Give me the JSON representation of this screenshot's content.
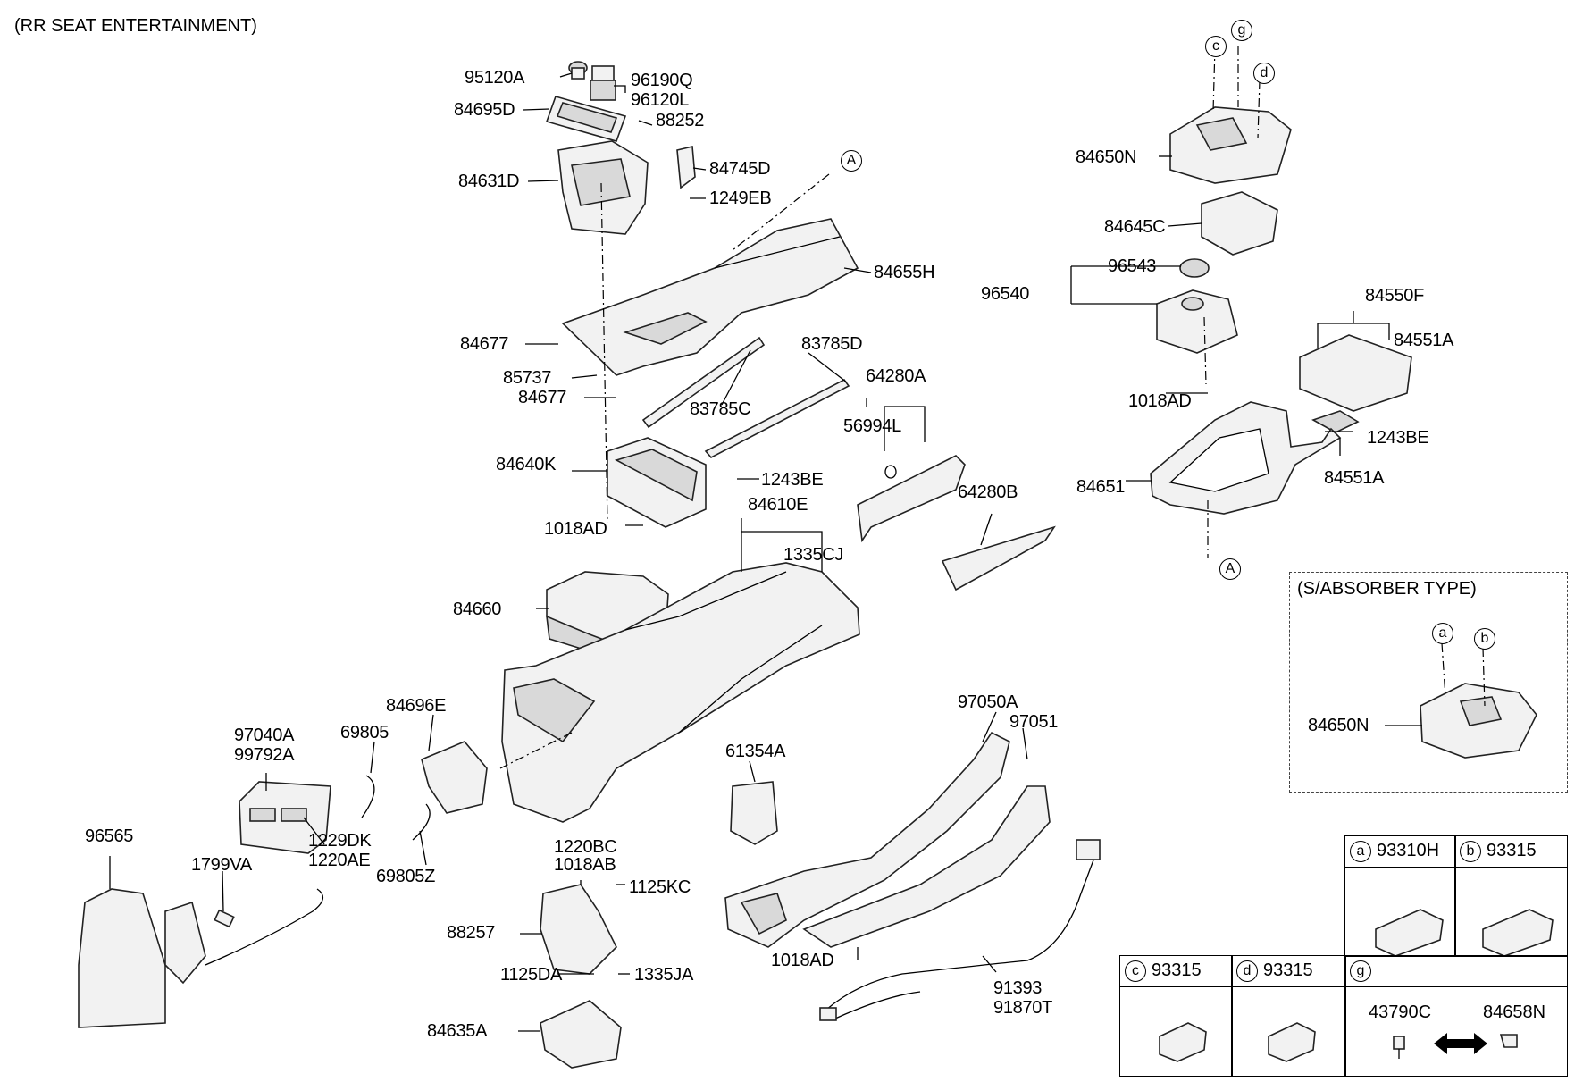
{
  "header": {
    "title": "(RR SEAT ENTERTAINMENT)"
  },
  "inset": {
    "title": "(S/ABSORBER TYPE)",
    "part_label": "84650N"
  },
  "ref_markers": {
    "a": "a",
    "b": "b",
    "c": "c",
    "d": "d",
    "g": "g",
    "A": "A"
  },
  "labels": {
    "p95120A": "95120A",
    "p96190Q": "96190Q",
    "p96120L": "96120L",
    "p84695D": "84695D",
    "p88252": "88252",
    "p84631D": "84631D",
    "p84745D": "84745D",
    "p1249EB": "1249EB",
    "p84655H": "84655H",
    "p84677a": "84677",
    "p85737": "85737",
    "p84677b": "84677",
    "p83785D": "83785D",
    "p83785C": "83785C",
    "p64280A": "64280A",
    "p56994L": "56994L",
    "p84640K": "84640K",
    "p1243BEa": "1243BE",
    "p1018ADa": "1018AD",
    "p84610E": "84610E",
    "p1335CJ": "1335CJ",
    "p64280B": "64280B",
    "p84660": "84660",
    "p84696E": "84696E",
    "p69805": "69805",
    "p97040A": "97040A",
    "p99792A": "99792A",
    "p1229DK": "1229DK",
    "p1220AE": "1220AE",
    "p69805Z": "69805Z",
    "p96565": "96565",
    "p1799VA": "1799VA",
    "p1220BC": "1220BC",
    "p1018AB": "1018AB",
    "p1125KC": "1125KC",
    "p88257": "88257",
    "p1125DA": "1125DA",
    "p1335JA": "1335JA",
    "p84635A": "84635A",
    "p61354A": "61354A",
    "p97050A": "97050A",
    "p97051": "97051",
    "p1018ADc": "1018AD",
    "p91393": "91393",
    "p91870T": "91870T",
    "p84650N": "84650N",
    "p84645C": "84645C",
    "p96543": "96543",
    "p96540": "96540",
    "p84550F": "84550F",
    "p84551Aa": "84551A",
    "p1018ADb": "1018AD",
    "p1243BEb": "1243BE",
    "p84651": "84651",
    "p84551Ab": "84551A"
  },
  "legend": [
    {
      "key": "a",
      "part": "93310H"
    },
    {
      "key": "b",
      "part": "93315"
    },
    {
      "key": "c",
      "part": "93315"
    },
    {
      "key": "d",
      "part": "93315"
    },
    {
      "key": "g",
      "part_left": "43790C",
      "part_right": "84658N"
    }
  ]
}
